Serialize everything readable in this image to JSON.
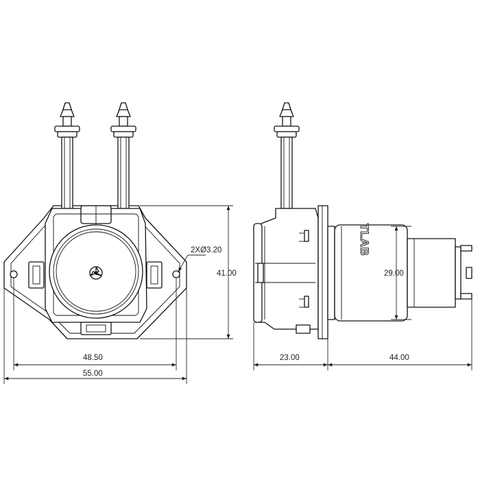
{
  "dimensions": {
    "mount_holes": "2XØ3.20",
    "hole_spacing": "48.50",
    "overall_width": "55.00",
    "height": "41.00",
    "pump_depth": "23.00",
    "motor_length": "44.00",
    "motor_diameter": "29.00"
  },
  "motor_label": "TLAB",
  "colors": {
    "line": "#111111",
    "background": "#ffffff"
  }
}
